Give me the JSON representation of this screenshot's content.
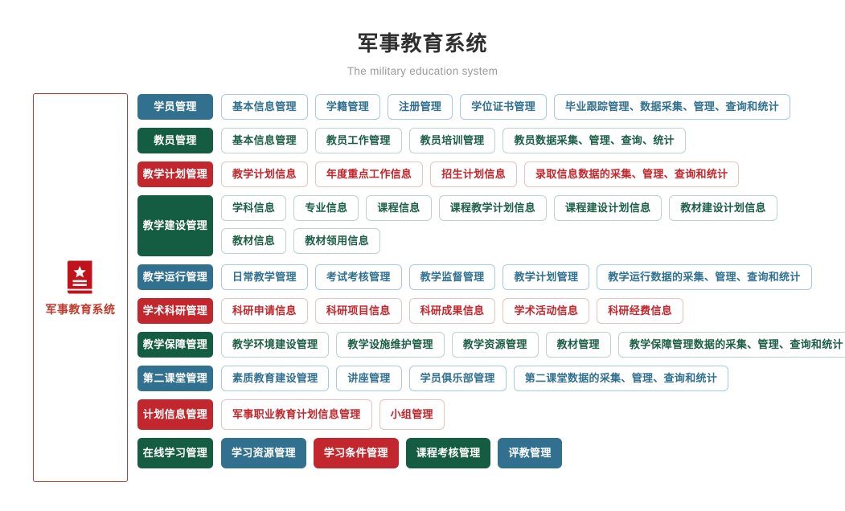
{
  "header": {
    "title": "军事教育系统",
    "subtitle": "The military education system"
  },
  "sidebar": {
    "icon": "book-star-icon",
    "label": "军事教育系统",
    "border_color": "#c0392b",
    "label_color": "#c0392b"
  },
  "palette": {
    "blue": "#31708f",
    "green": "#145c42",
    "red": "#c1272d",
    "blue_border": "#a8cade",
    "green_border": "#bcd5c9",
    "red_border": "#eec0c2"
  },
  "rows": [
    {
      "category": "学员管理",
      "theme": "blue",
      "filled_items": false,
      "lines": [
        [
          "基本信息管理",
          "学籍管理",
          "注册管理",
          "学位证书管理",
          "毕业跟踪管理、数据采集、管理、查询和统计"
        ]
      ]
    },
    {
      "category": "教员管理",
      "theme": "green",
      "filled_items": false,
      "lines": [
        [
          "基本信息管理",
          "教员工作管理",
          "教员培训管理",
          "教员数据采集、管理、查询、统计"
        ]
      ]
    },
    {
      "category": "教学计划管理",
      "theme": "red",
      "filled_items": false,
      "lines": [
        [
          "教学计划信息",
          "年度重点工作信息",
          "招生计划信息",
          "录取信息数据的采集、管理、查询和统计"
        ]
      ]
    },
    {
      "category": "教学建设管理",
      "theme": "green",
      "filled_items": false,
      "lines": [
        [
          "学科信息",
          "专业信息",
          "课程信息",
          "课程教学计划信息",
          "课程建设计划信息",
          "教材建设计划信息"
        ],
        [
          "教材信息",
          "教材领用信息"
        ]
      ]
    },
    {
      "category": "教学运行管理",
      "theme": "blue",
      "filled_items": false,
      "lines": [
        [
          "日常教学管理",
          "考试考核管理",
          "教学监督管理",
          "教学计划管理",
          "教学运行数据的采集、管理、查询和统计"
        ]
      ]
    },
    {
      "category": "学术科研管理",
      "theme": "red",
      "filled_items": false,
      "lines": [
        [
          "科研申请信息",
          "科研项目信息",
          "科研成果信息",
          "学术活动信息",
          "科研经费信息"
        ]
      ]
    },
    {
      "category": "教学保障管理",
      "theme": "green",
      "filled_items": false,
      "lines": [
        [
          "教学环境建设管理",
          "教学设施维护管理",
          "教学资源管理",
          "教材管理",
          "教学保障管理数据的采集、管理、查询和统计"
        ]
      ]
    },
    {
      "category": "第二课堂管理",
      "theme": "blue",
      "filled_items": false,
      "lines": [
        [
          "素质教育建设管理",
          "讲座管理",
          "学员俱乐部管理",
          "第二课堂数据的采集、管理、查询和统计"
        ]
      ]
    },
    {
      "category": "计划信息管理",
      "theme": "red",
      "filled_items": false,
      "tall": true,
      "lines": [
        [
          "军事职业教育计划信息管理",
          "小组管理"
        ]
      ]
    },
    {
      "category": "在线学习管理",
      "theme": "green",
      "filled_items": true,
      "tall": true,
      "lines": [
        [
          "学习资源管理",
          "学习条件管理",
          "课程考核管理",
          "评教管理"
        ]
      ],
      "item_themes": [
        [
          "blue",
          "red",
          "green",
          "blue"
        ]
      ]
    }
  ]
}
